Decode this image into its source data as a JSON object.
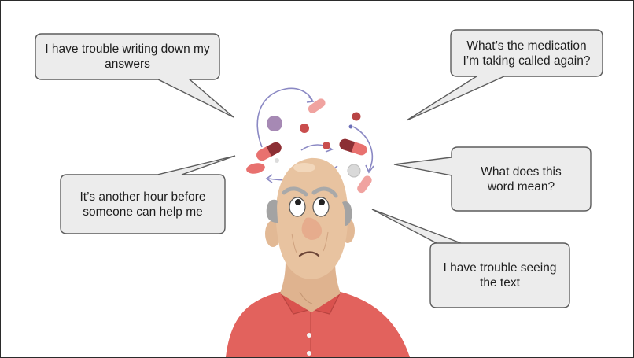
{
  "bubbles": {
    "writing": "I have trouble writing down my answers",
    "medication": "What’s the medication I’m taking called again?",
    "word": "What does this word mean?",
    "hour": "It’s another hour before someone can help me",
    "seeing": "I have trouble seeing the text"
  },
  "colors": {
    "bubble_fill": "#ececec",
    "bubble_stroke": "#5c5c5c",
    "shirt": "#e2625d",
    "skin": "#e8c3a0",
    "pill_dark": "#8c2f34",
    "pill_red": "#e8716f",
    "pill_pink": "#f0a3a0",
    "pill_purple": "#a689b4",
    "arrow": "#8b89c4"
  }
}
